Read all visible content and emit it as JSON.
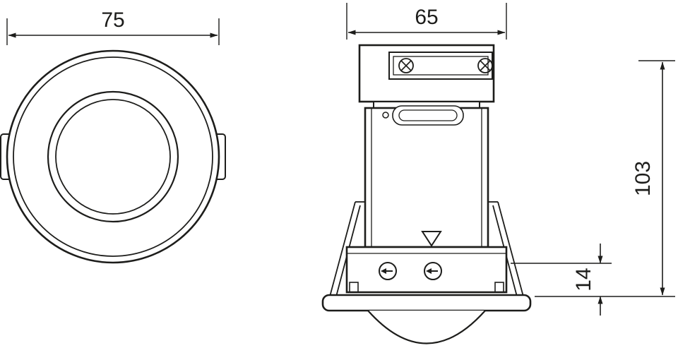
{
  "drawing": {
    "background": "#ffffff",
    "line_color": "#1d1d1b",
    "front_view": {
      "width_label": "75"
    },
    "side_view": {
      "width_label": "65",
      "height_label": "103",
      "flange_height_label": "14"
    }
  }
}
